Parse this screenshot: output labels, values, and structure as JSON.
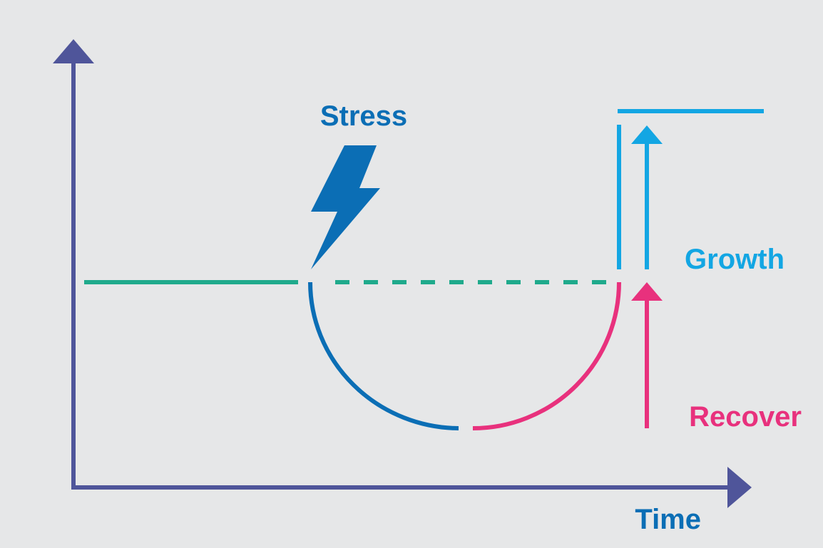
{
  "labels": {
    "stress": "Stress",
    "growth": "Growth",
    "recover": "Recover",
    "time": "Time"
  },
  "colors": {
    "background": "#e6e7e8",
    "axis": "#4f559a",
    "baseline": "#1faa8c",
    "stress": "#0b6eb5",
    "growth": "#13a6e3",
    "recover": "#e8317d"
  },
  "icons": {
    "stress_event": "lightning-bolt-icon",
    "growth_direction": "arrow-up-icon",
    "recover_direction": "arrow-up-icon"
  }
}
